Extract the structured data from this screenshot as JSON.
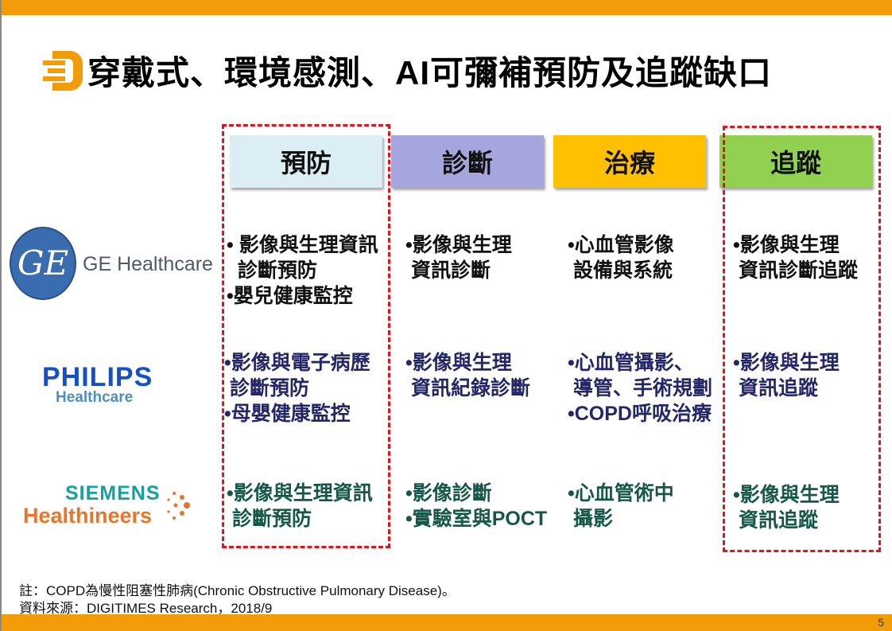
{
  "title": "穿戴式、環境感測、AI可彌補預防及追蹤缺口",
  "columns": [
    "預防",
    "診斷",
    "治療",
    "追蹤"
  ],
  "column_colors": [
    "#daeef3",
    "#a7a5dd",
    "#ffc000",
    "#92d050"
  ],
  "companies": [
    {
      "name": "GE Healthcare",
      "cells": [
        "• 影像與生理資訊\n  診斷預防\n•嬰兒健康監控",
        "•影像與生理\n 資訊診斷",
        "•心血管影像\n 設備與系統",
        "•影像與生理\n 資訊診斷追蹤"
      ]
    },
    {
      "name": "PHILIPS",
      "sub": "Healthcare",
      "cells": [
        "•影像與電子病歷\n 診斷預防\n•母嬰健康監控",
        "•影像與生理\n 資訊紀錄診斷",
        "•心血管攝影、\n 導管、手術規劃\n•COPD呼吸治療",
        "•影像與生理\n 資訊追蹤"
      ]
    },
    {
      "name": "SIEMENS",
      "sub": "Healthineers",
      "cells": [
        "•影像與生理資訊\n 診斷預防",
        "•影像診斷\n•實驗室與POCT",
        "•心血管術中\n 攝影",
        "•影像與生理\n 資訊追蹤"
      ]
    }
  ],
  "note": "註：COPD為慢性阻塞性肺病(Chronic Obstructive Pulmonary Disease)。",
  "source": "資料來源：DIGITIMES Research，2018/9",
  "page_number": "5"
}
